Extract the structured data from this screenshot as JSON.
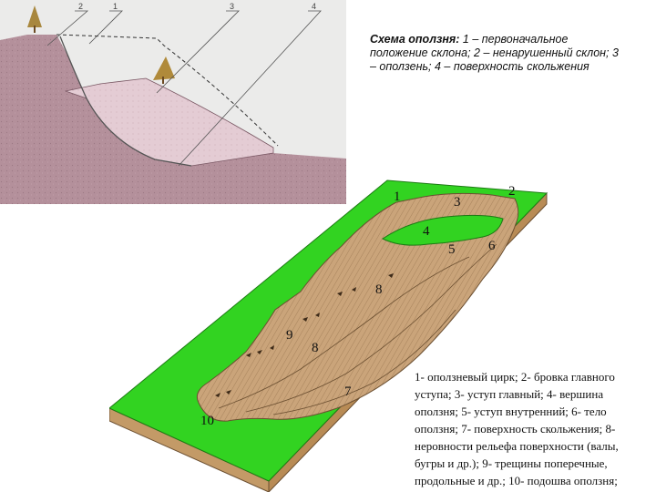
{
  "figure1": {
    "caption_title": "Схема оползня:",
    "caption_text": " 1 – первоначальное положение склона; 2 – ненарушенный склон; 3 – оползень; 4 – поверхность скольжения",
    "labels": [
      "2",
      "1",
      "3",
      "4"
    ]
  },
  "figure2": {
    "numbers": [
      "1",
      "2",
      "3",
      "4",
      "5",
      "6",
      "8",
      "9",
      "8",
      "7",
      "10"
    ],
    "legend": "1- оползневый цирк; 2- бровка главного уступа; 3- уступ главный; 4- вершина оползня; 5- уступ внутренний; 6- тело оползня; 7- поверхность скольжения; 8- неровности рельефа поверхности (валы, бугры и др.); 9- трещины поперечные, продольные и др.; 10- подошва оползня;"
  },
  "colors": {
    "sky": "#e9e9e7",
    "ground_dark": "#b28c98",
    "landslide_pink": "#e2c7d0",
    "grass": "#2fd31f",
    "earth_side": "#c39a67",
    "landslide_tan": "#c9a57b"
  }
}
